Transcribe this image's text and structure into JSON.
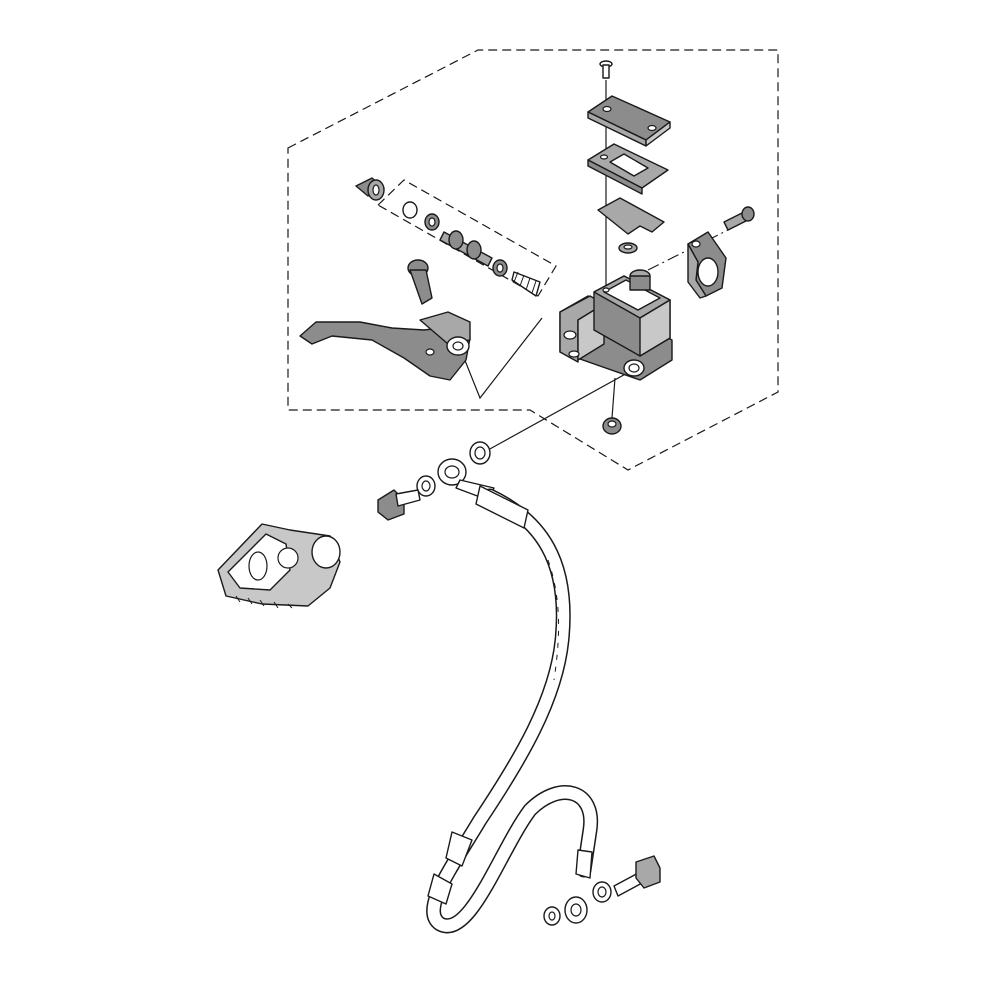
{
  "diagram": {
    "type": "exploded parts diagram",
    "colors": {
      "line": "#1a1a1a",
      "part_dark": "#8c8c8c",
      "part_mid": "#a8a8a8",
      "part_light": "#c8c8c8",
      "background": "#ffffff"
    },
    "components": [
      "reservoir-cap-screw",
      "reservoir-cap",
      "reservoir-diaphragm-plate",
      "reservoir-diaphragm",
      "master-cylinder-body",
      "clamp-bolt",
      "handlebar-clamp",
      "piston-kit",
      "dust-boot",
      "brake-lever",
      "lever-pivot-bolt",
      "banjo-bolt",
      "sealing-washer",
      "brake-hose",
      "hose-guide",
      "bleeder-cap"
    ]
  }
}
